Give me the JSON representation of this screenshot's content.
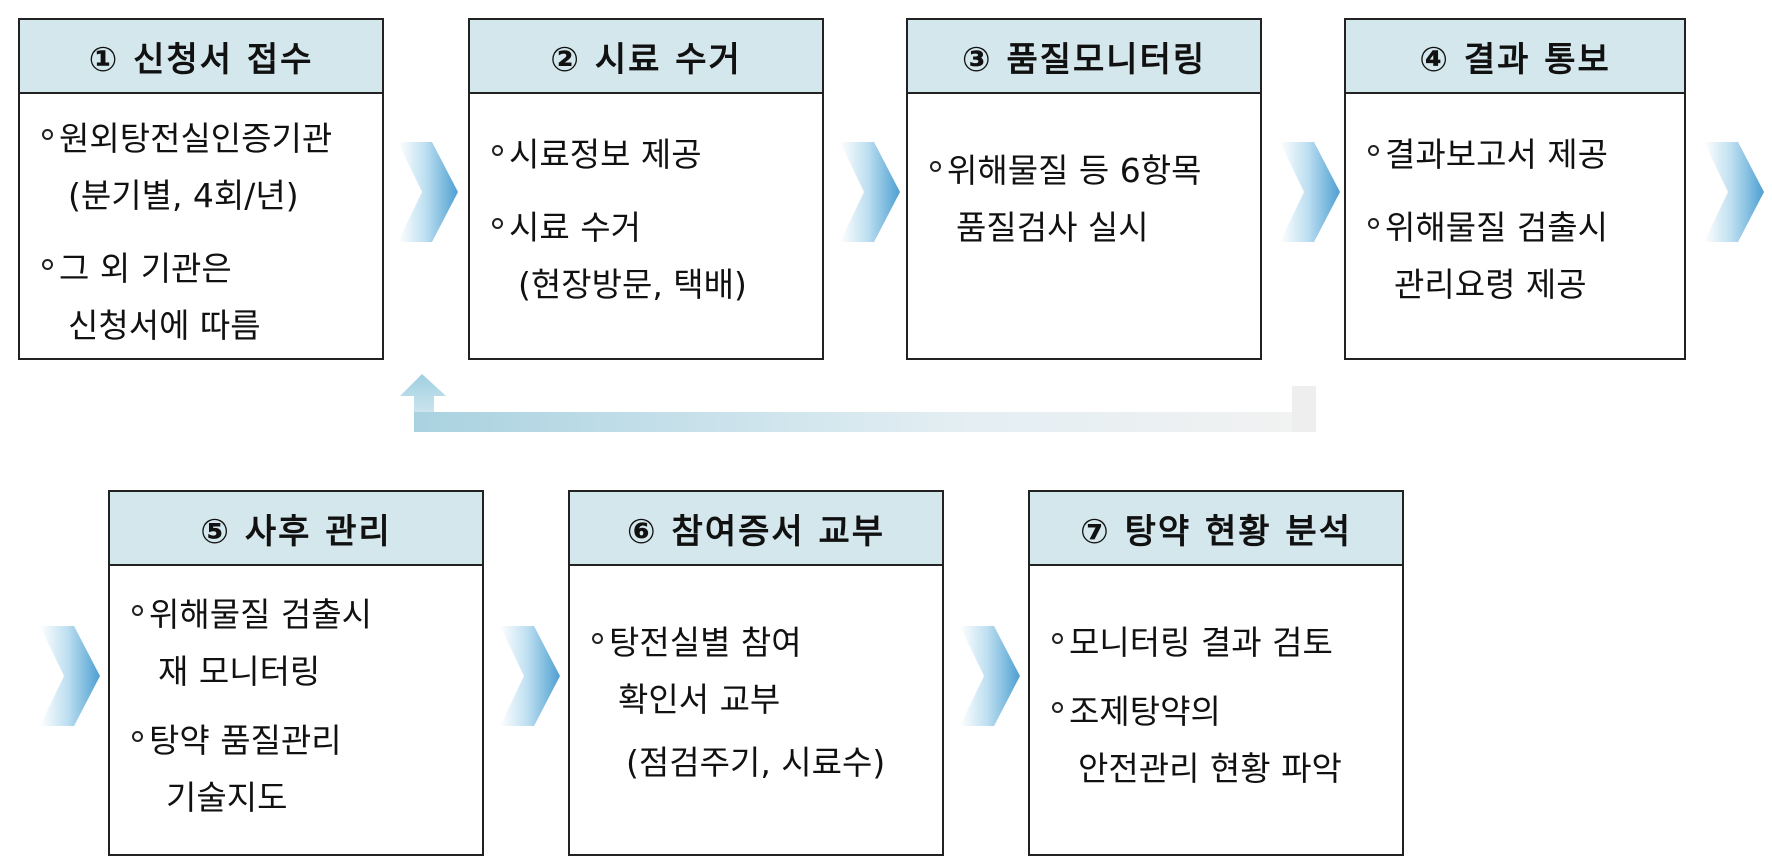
{
  "steps": [
    {
      "title": "① 신청서 접수",
      "bullets": [
        [
          "원외탕전실인증기관",
          "(분기별, 4회/년)"
        ],
        [
          "그 외 기관은",
          "신청서에 따름"
        ]
      ]
    },
    {
      "title": "② 시료 수거",
      "bullets": [
        [
          "시료정보 제공"
        ],
        [
          "시료 수거",
          "(현장방문, 택배)"
        ]
      ]
    },
    {
      "title": "③ 품질모니터링",
      "bullets": [
        [
          "위해물질 등 6항목",
          "품질검사 실시"
        ]
      ]
    },
    {
      "title": "④ 결과 통보",
      "bullets": [
        [
          "결과보고서 제공"
        ],
        [
          "위해물질 검출시",
          "관리요령 제공"
        ]
      ]
    },
    {
      "title": "⑤ 사후 관리",
      "bullets": [
        [
          "위해물질 검출시",
          "재 모니터링"
        ],
        [
          "탕약 품질관리",
          "기술지도"
        ]
      ]
    },
    {
      "title": "⑥ 참여증서 교부",
      "bullets": [
        [
          "탕전실별 참여",
          "확인서 교부",
          "(점검주기, 시료수)"
        ]
      ]
    },
    {
      "title": "⑦ 탕약 현황 분석",
      "bullets": [
        [
          "모니터링 결과 검토"
        ],
        [
          "조제탕약의",
          "안전관리 현황 파악"
        ]
      ]
    }
  ],
  "colors": {
    "header_fill": "#d4e7ec",
    "arrow_blue": "#5aa7d6",
    "return_arrow": "#a9d2e0"
  }
}
